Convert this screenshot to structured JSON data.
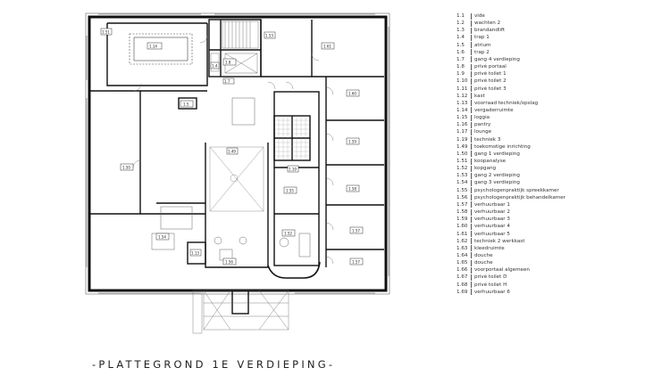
{
  "title": "-PLATTEGROND 1E VERDIEPING-",
  "legend": [
    {
      "code": "1.1",
      "label": "vide"
    },
    {
      "code": "1.2",
      "label": "wachten 2"
    },
    {
      "code": "1.3",
      "label": "brandandlift"
    },
    {
      "code": "1.4",
      "label": "trap 1"
    },
    {
      "code": "1.5",
      "label": "atrium"
    },
    {
      "code": "1.6",
      "label": "trap 2"
    },
    {
      "code": "1.7",
      "label": "gang 4 verdieping"
    },
    {
      "code": "1.8",
      "label": "privé portaal"
    },
    {
      "code": "1.9",
      "label": "privé toilet 1"
    },
    {
      "code": "1.10",
      "label": "privé toilet 2"
    },
    {
      "code": "1.11",
      "label": "privé toilet 3"
    },
    {
      "code": "1.12",
      "label": "kast"
    },
    {
      "code": "1.13",
      "label": "voorraad techniek/opslag"
    },
    {
      "code": "1.14",
      "label": "vergaderruimte"
    },
    {
      "code": "1.15",
      "label": "loggia"
    },
    {
      "code": "1.16",
      "label": "pantry"
    },
    {
      "code": "1.17",
      "label": "lounge"
    },
    {
      "code": "1.19",
      "label": "techniek 3"
    },
    {
      "code": "1.49",
      "label": "toekomstige inrichting"
    },
    {
      "code": "1.50",
      "label": "gang 1 verdieping"
    },
    {
      "code": "1.51",
      "label": "koopanalyse"
    },
    {
      "code": "1.52",
      "label": "kopgang"
    },
    {
      "code": "1.53",
      "label": "gang 2 verdieping"
    },
    {
      "code": "1.54",
      "label": "gang 3 verdieping"
    },
    {
      "code": "1.55",
      "label": "psychologenpraktijk spreekkamer"
    },
    {
      "code": "1.56",
      "label": "psychologenpraktijk behandelkamer"
    },
    {
      "code": "1.57",
      "label": "verhuurbaar 1"
    },
    {
      "code": "1.58",
      "label": "verhuurbaar 2"
    },
    {
      "code": "1.59",
      "label": "verhuurbaar 3"
    },
    {
      "code": "1.60",
      "label": "verhuurbaar 4"
    },
    {
      "code": "1.61",
      "label": "verhuurbaar 5"
    },
    {
      "code": "1.62",
      "label": "techniek 2 werkkast"
    },
    {
      "code": "1.63",
      "label": "kleedruimte"
    },
    {
      "code": "1.64",
      "label": "douche"
    },
    {
      "code": "1.65",
      "label": "douche"
    },
    {
      "code": "1.66",
      "label": "voorportaal algemeen"
    },
    {
      "code": "1.67",
      "label": "privé toilet D"
    },
    {
      "code": "1.68",
      "label": "privé toilet H"
    },
    {
      "code": "1.69",
      "label": "verhuurbaar 6"
    }
  ],
  "rooms": {
    "r1": "1.14",
    "r2": "1.8",
    "r3": "1.4",
    "r4": "1.7",
    "r5": "1.61",
    "r6": "1.60",
    "r7": "1.59",
    "r8": "1.58",
    "r9": "1.57",
    "r10": "1.50",
    "r11": "1.51",
    "r12": "1.53",
    "r13": "1.49",
    "r14": "1.5",
    "r15": "1.13",
    "r16": "1.19",
    "r17": "1.55",
    "r18": "1.52",
    "r19": "1.54",
    "r20": "1.56",
    "r21": "1.57"
  }
}
